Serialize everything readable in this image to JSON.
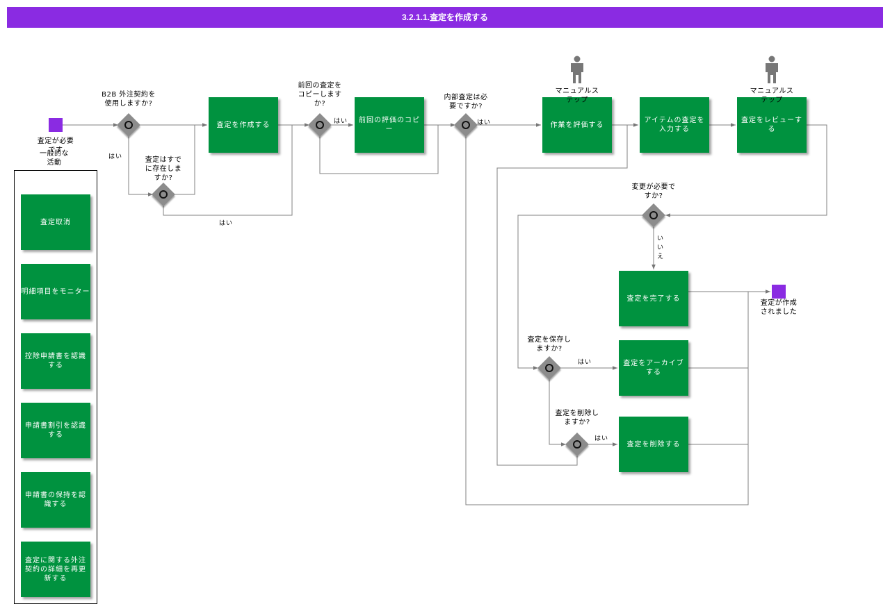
{
  "title": "3.2.1.1.査定を作成する",
  "colors": {
    "banner": "#8a2be2",
    "task": "#00923f",
    "event": "#8a2be2",
    "gateway": "#8c8c8c"
  },
  "events": {
    "start": "査定が必要です",
    "end": "査定が作成されました"
  },
  "container_title": "一般的な活動",
  "container_items": [
    "査定取消",
    "明細項目をモニター",
    "控除申請書を認識する",
    "申請書割引を認識する",
    "申請書の保持を認識する",
    "査定に関する外注契約の詳細を再更新する"
  ],
  "tasks": {
    "create": "査定を作成する",
    "copy_prev": "前回の評価のコピー",
    "evaluate_work": "作業を評価する",
    "enter_item": "アイテムの査定を入力する",
    "review": "査定をレビューする",
    "complete": "査定を完了する",
    "archive": "査定をアーカイブする",
    "delete": "査定を削除する"
  },
  "gateways": {
    "b2b": "B2B 外注契約を使用しますか?",
    "exists": "査定はすでに存在しますか?",
    "copy": "前回の査定をコピーしますか?",
    "internal": "内部査定は必要ですか?",
    "change": "変更が必要ですか?",
    "save": "査定を保存しますか?",
    "delete": "査定を削除しますか?"
  },
  "flow_labels": {
    "yes": "はい",
    "no": "いいえ"
  },
  "manual_step": "マニュアルステップ",
  "icons": [
    "person-icon",
    "exclusive-gateway-icon"
  ]
}
